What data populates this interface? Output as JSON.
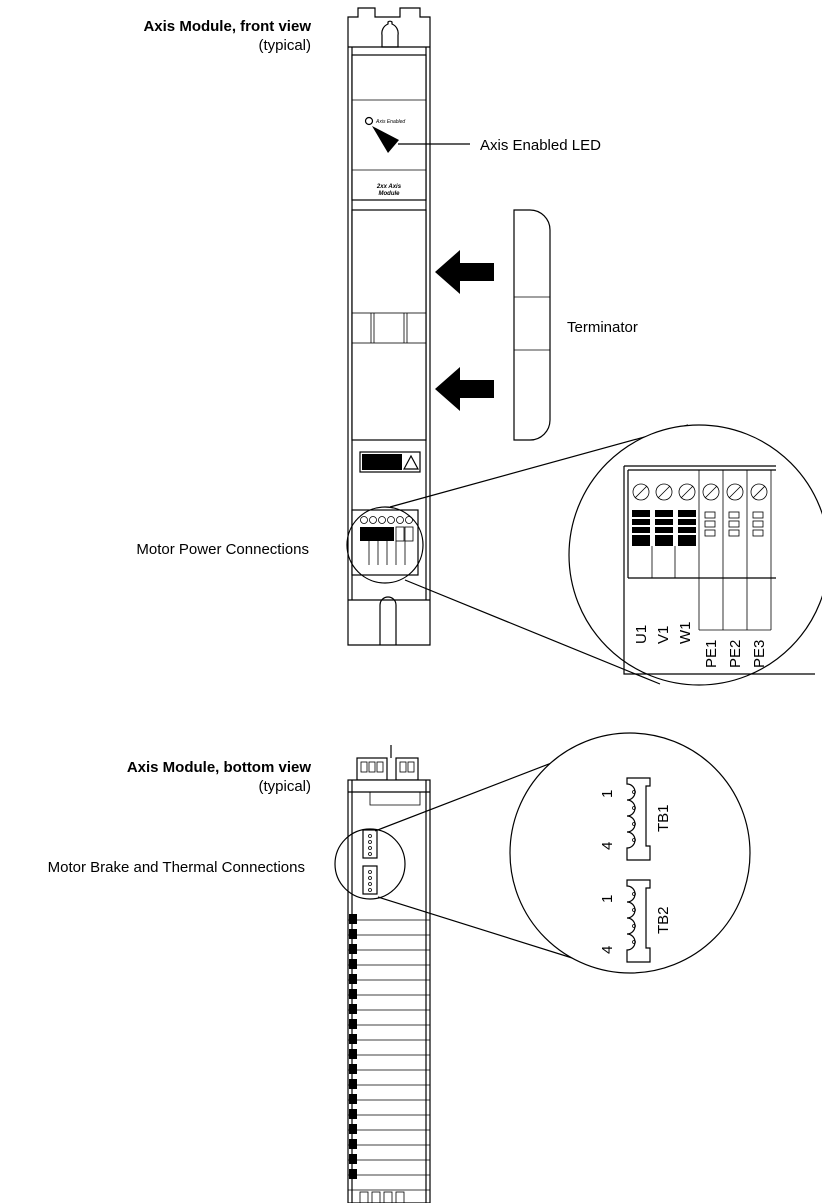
{
  "front_view": {
    "title": "Axis Module, front view",
    "subtitle": "(typical)",
    "led_panel_text": "Axis Enabled",
    "module_label_line1": "2xx Axis",
    "module_label_line2": "Module",
    "callouts": {
      "axis_enabled_led": "Axis Enabled LED",
      "terminator": "Terminator",
      "motor_power_connections": "Motor Power Connections"
    },
    "terminal_labels": [
      "U1",
      "V1",
      "W1",
      "PE1",
      "PE2",
      "PE3"
    ]
  },
  "bottom_view": {
    "title": "Axis Module, bottom view",
    "subtitle": "(typical)",
    "callouts": {
      "motor_brake_thermal_connections": "Motor Brake and Thermal Connections"
    },
    "connectors": [
      {
        "name": "TB1",
        "pin_first": "1",
        "pin_last": "4"
      },
      {
        "name": "TB2",
        "pin_first": "1",
        "pin_last": "4"
      }
    ]
  }
}
